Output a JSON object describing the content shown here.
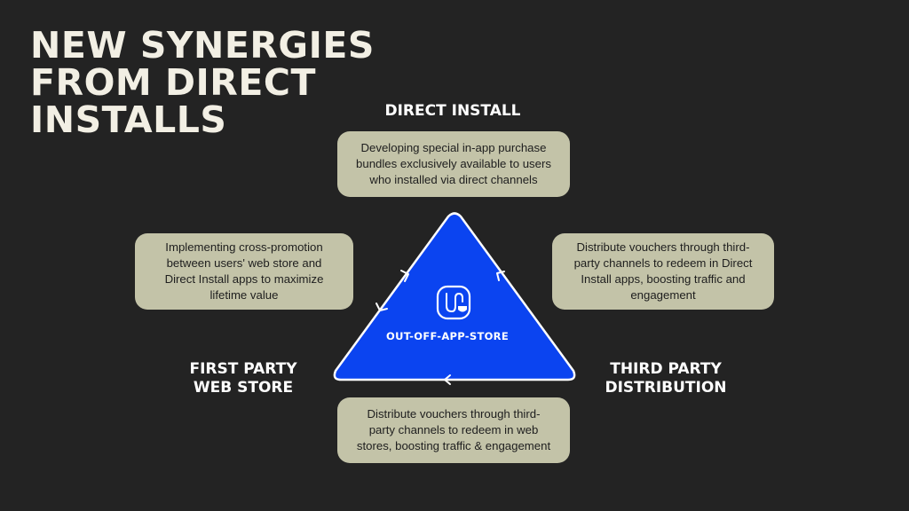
{
  "title": [
    "NEW SYNERGIES",
    "FROM  DIRECT",
    "INSTALLS"
  ],
  "nodes": {
    "top": "DIRECT INSTALL",
    "left": [
      "FIRST PARTY",
      "WEB STORE"
    ],
    "right": [
      "THIRD PARTY",
      "DISTRIBUTION"
    ]
  },
  "center": {
    "label": "OUT-OFF-APP-STORE",
    "icon": "plug-icon"
  },
  "boxes": {
    "top": [
      "Developing special in-app purchase",
      "bundles exclusively available to users",
      "who installed via direct channels"
    ],
    "left": [
      "Implementing cross-promotion",
      "between users' web store and",
      "Direct Install apps to maximize",
      "lifetime value"
    ],
    "right": [
      "Distribute vouchers through third-",
      "party channels to redeem in Direct",
      "Install apps, boosting traffic and",
      "engagement"
    ],
    "bottom": [
      "Distribute vouchers through third-",
      "party channels to redeem in web",
      "stores, boosting traffic & engagement"
    ]
  },
  "colors": {
    "background": "#232323",
    "triangle": "#0b44f0",
    "box": "#c3c3a8",
    "title": "#f2efe4"
  }
}
